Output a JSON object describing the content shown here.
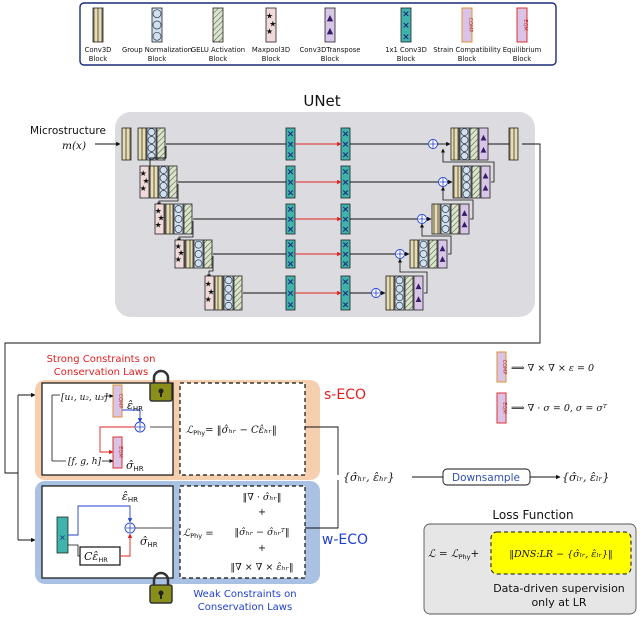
{
  "legend": {
    "items": [
      {
        "key": "conv3d",
        "line1": "Conv3D",
        "line2": "Block"
      },
      {
        "key": "groupnorm",
        "line1": "Group Normalization",
        "line2": "Block"
      },
      {
        "key": "gelu",
        "line1": "GELU Activation",
        "line2": "Block"
      },
      {
        "key": "maxpool",
        "line1": "Maxpool3D",
        "line2": "Block"
      },
      {
        "key": "convtranspose",
        "line1": "Conv3DTranspose",
        "line2": "Block"
      },
      {
        "key": "conv1x1",
        "line1": "1x1 Conv3D",
        "line2": "Block"
      },
      {
        "key": "compat",
        "line1": "Strain Compatibility",
        "line2": "Block"
      },
      {
        "key": "equil",
        "line1": "Equilibrium",
        "line2": "Block"
      }
    ],
    "compat_glyph": "COMP",
    "equil_glyph": "EQM"
  },
  "unet": {
    "title": "UNet",
    "input_label": "Microstructure",
    "input_math": "m(x)"
  },
  "seco": {
    "header_line1": "Strong Constraints on",
    "header_line2": "Conservation Laws",
    "tag": "s-ECO",
    "u_vec": "[u₁, u₂, u₃]",
    "fgh_vec": "[f, g, h]",
    "eps_hr": "ε̂",
    "eps_sub": "HR",
    "sig_hr": "σ̂",
    "sig_sub": "HR",
    "loss_lhs": "ℒ",
    "loss_lhs_sub": "Phy",
    "loss_rhs": "= ‖σ̂ₕᵣ − Cε̂ₕᵣ‖"
  },
  "weco": {
    "tag": "w-ECO",
    "footer_line1": "Weak Constraints on",
    "footer_line2": "Conservation Laws",
    "eps_hr": "ε̂",
    "eps_sub": "HR",
    "ceps": "Cε̂",
    "ceps_sub": "HR",
    "sig_hr": "σ̂",
    "sig_sub": "HR",
    "loss_lhs": "ℒ",
    "loss_lhs_sub": "Phy",
    "term1": "‖∇ · σ̂ₕᵣ‖",
    "plus1": "+",
    "term2": "‖σ̂ₕᵣ − σ̂ₕᵣᵀ‖",
    "plus2": "+",
    "term3": "‖∇ × ∇ × ε̂ₕᵣ‖"
  },
  "right": {
    "compat_eq": "⟹  ∇ × ∇ × ε = 0",
    "equil_eq": "⟹  ∇ · σ = 0, σ = σᵀ",
    "hr_pair": "{σ̂ₕᵣ, ε̂ₕᵣ}",
    "downsample": "Downsample",
    "lr_pair": "{σ̂ₗᵣ, ε̂ₗᵣ}"
  },
  "loss": {
    "title": "Loss Function",
    "lhs": "ℒ = ℒ",
    "lhs_sub": "Phy",
    "plus": "+",
    "dns": "‖DNS:LR − {σ̂ₗᵣ, ε̂ₗᵣ}‖",
    "note_line1": "Data-driven supervision",
    "note_line2": "only at LR"
  },
  "colors": {
    "legend_border": "#1a2a7a",
    "unet_bg": "#dcdce0",
    "conv3d": "#e8ddb0",
    "groupnorm": "#cfe0ee",
    "gelu": "#d9e4c9",
    "maxpool": "#f0dada",
    "convtranspose": "#d8c6e6",
    "conv1x1": "#3fb3ac",
    "seco_bg": "#f6cfae",
    "weco_bg": "#a9c1e3",
    "seco_tag": "#e02020",
    "weco_tag": "#2040d0",
    "header_red": "#e02020",
    "footer_blue": "#2040d0",
    "loss_bg": "#e6e6e6",
    "dns_bg": "#ffff00",
    "downsample_text": "#3050b0",
    "skip_red": "#e02020"
  }
}
